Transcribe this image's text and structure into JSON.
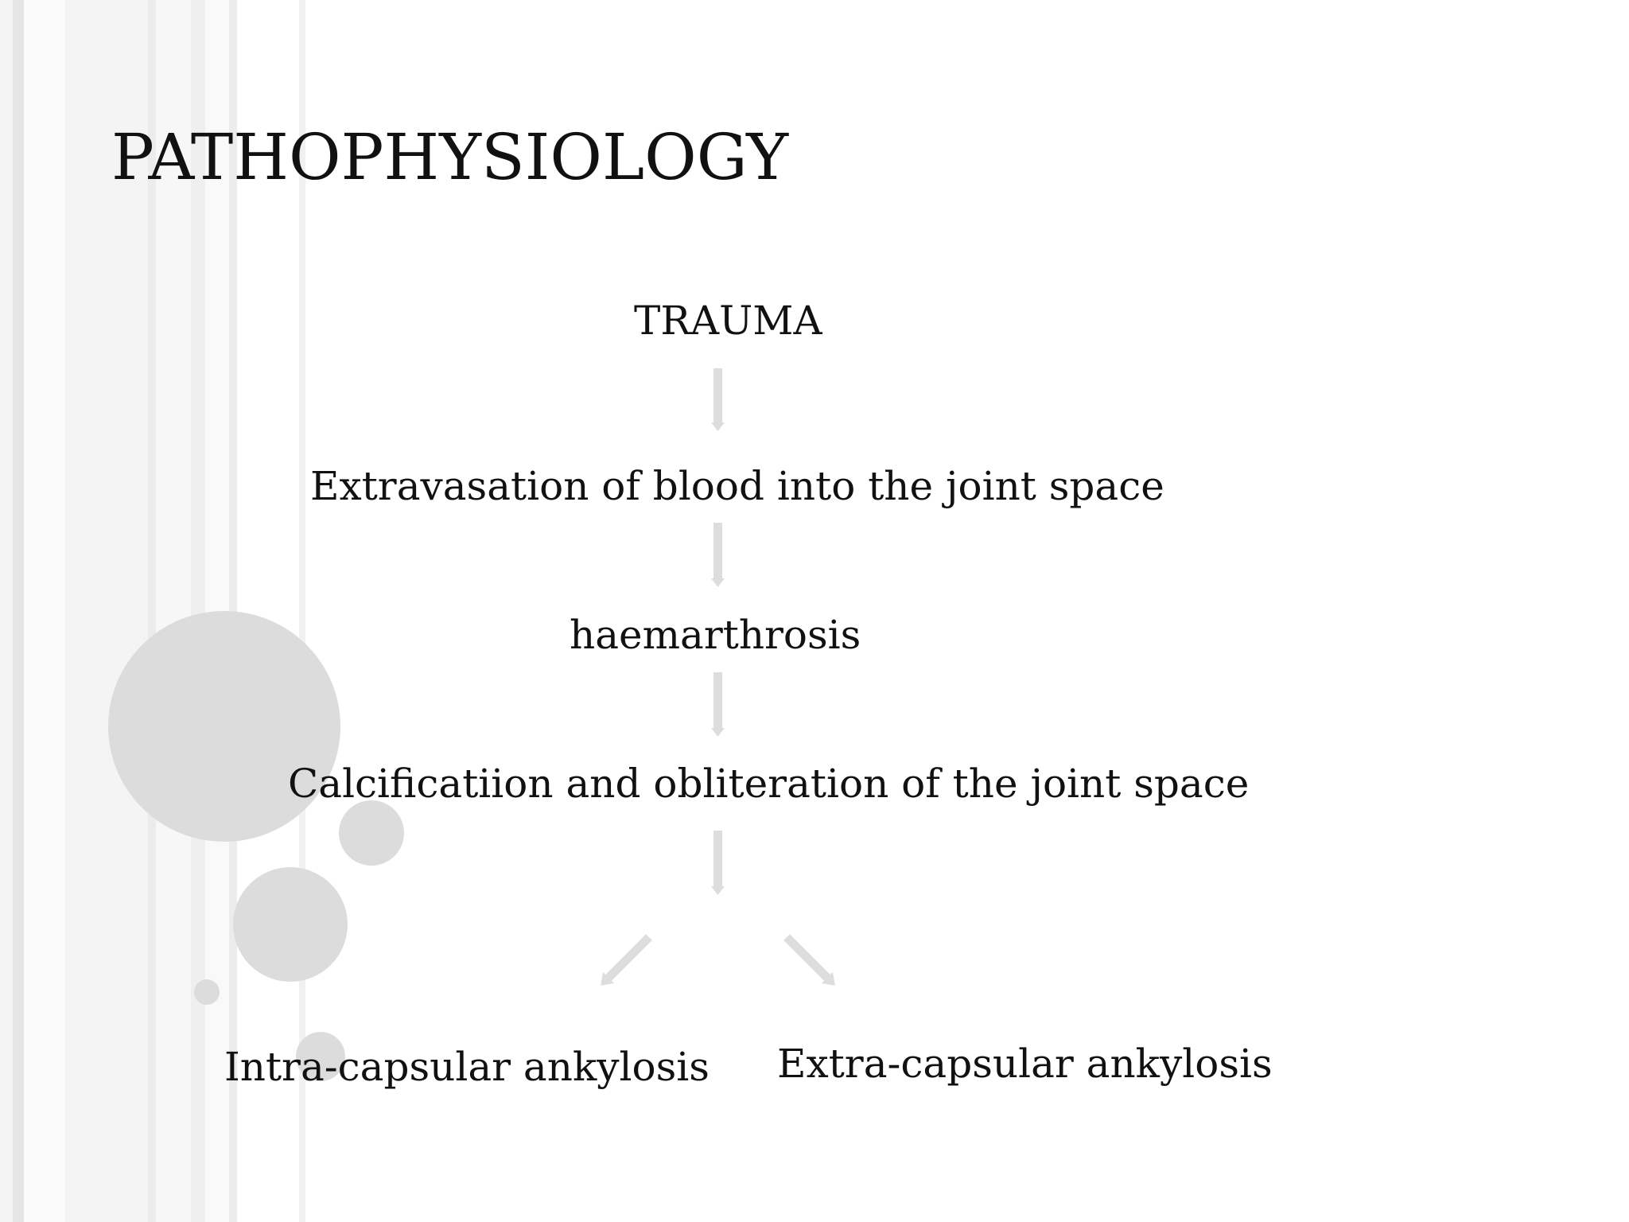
{
  "slide": {
    "title": "PATHOPHYSIOLOGY",
    "nodes": {
      "trauma": "TRAUMA",
      "extravasation": "Extravasation of blood into the joint space",
      "haemarthrosis": "haemarthrosis",
      "calcification": "Calcificatiion and obliteration of the joint space",
      "intra_capsular": "Intra-capsular ankylosis",
      "extra_capsular": "Extra-capsular ankylosis"
    }
  },
  "colors": {
    "text": "#111111",
    "arrow": "#dddddd",
    "decoration": "#dcdcdc",
    "background": "#ffffff"
  }
}
